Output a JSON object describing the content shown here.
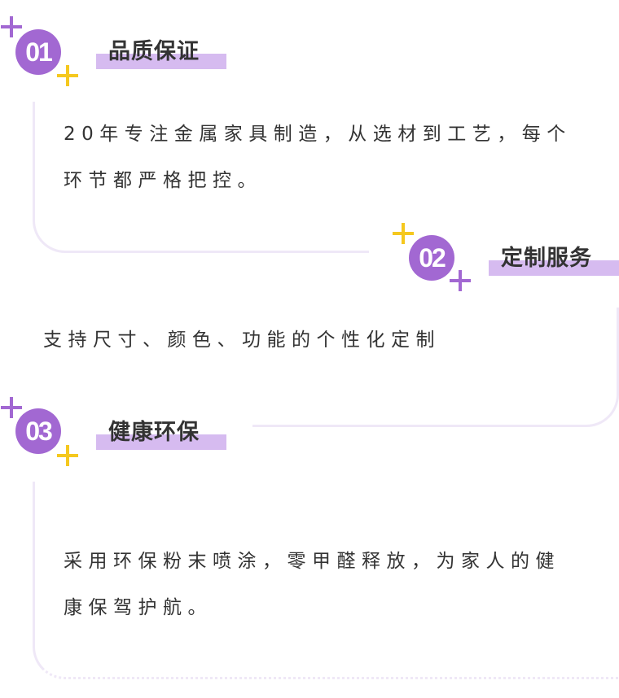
{
  "sections": [
    {
      "number": "01",
      "title": "品质保证",
      "lines": [
        "20年专注金属家具制造，从选材到工艺，每个",
        "环节都严格把控。"
      ]
    },
    {
      "number": "02",
      "title": "定制服务",
      "lines": [
        "支持尺寸、颜色、功能的个性化定制"
      ]
    },
    {
      "number": "03",
      "title": "健康环保",
      "lines": [
        "采用环保粉末喷涂，零甲醛释放，为家人的健",
        "康保驾护航。"
      ]
    }
  ],
  "colors": {
    "accent": "#a268d2",
    "highlight": "#d6bbf0",
    "star": "#f5c81e",
    "border": "#efe8f7"
  }
}
